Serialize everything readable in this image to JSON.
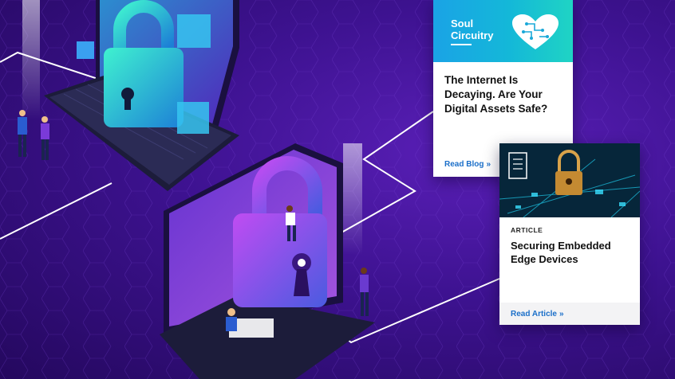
{
  "hero": {
    "colors": {
      "background": "#3d1290",
      "accent": "#1fd4c4",
      "link": "#1b6fc9"
    },
    "illustration": [
      "laptop-with-padlock-icon",
      "people-icon",
      "network-lines"
    ]
  },
  "blog_card": {
    "brand_line1": "Soul",
    "brand_line2": "Circuitry",
    "logo_icon": "heart-circuit-icon",
    "title": "The Internet Is Decaying. Are Your Digital Assets Safe?",
    "cta_label": "Read Blog",
    "cta_icon": "double-chevron-right-icon"
  },
  "article_card": {
    "image_icon": "circuit-padlock-image",
    "doc_icon": "document-icon",
    "label": "ARTICLE",
    "title": "Securing Embedded Edge Devices",
    "cta_label": "Read Article",
    "cta_icon": "double-chevron-right-icon"
  }
}
